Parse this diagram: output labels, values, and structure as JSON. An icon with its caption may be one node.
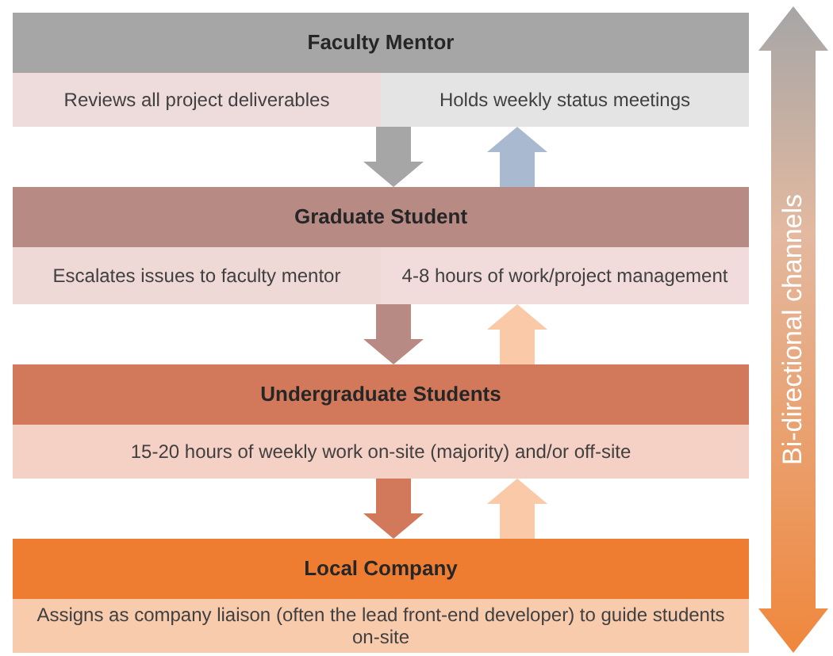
{
  "diagram": {
    "nodes": [
      {
        "text": [
          "Faculty Mentor"
        ]
      },
      {
        "text": [
          "Reviews all project deliverables"
        ]
      },
      {
        "text": [
          "Holds weekly status meetings"
        ]
      },
      {
        "text": [
          "Graduate Student"
        ]
      },
      {
        "text": [
          "Escalates issues to faculty mentor"
        ]
      },
      {
        "text": [
          "4-8 hours of work/project management"
        ]
      },
      {
        "text": [
          "Undergraduate Students"
        ]
      },
      {
        "text": [
          "15-20 hours of weekly work on-site (majority) and/or off-site"
        ]
      },
      {
        "text": [
          "Local Company"
        ]
      },
      {
        "text": [
          "Assigns as company liaison (often the lead front-end developer) to guide students on-site"
        ]
      },
      {
        "text": [
          "Bi-directional channels"
        ]
      }
    ],
    "edges": [
      {
        "from": 1,
        "to": 3,
        "arrow": "to",
        "style": "thick",
        "color": "#a6a6a6"
      },
      {
        "from": 3,
        "to": 2,
        "arrow": "to",
        "style": "thick",
        "color": "#a9b9cf"
      },
      {
        "from": 4,
        "to": 6,
        "arrow": "to",
        "style": "thick",
        "color": "#b78a84"
      },
      {
        "from": 6,
        "to": 5,
        "arrow": "to",
        "style": "thick",
        "color": "#f9c9a8"
      },
      {
        "from": 7,
        "to": 8,
        "arrow": "to",
        "style": "thick",
        "color": "#d2795b"
      },
      {
        "from": 8,
        "to": 7,
        "arrow": "to",
        "style": "thick",
        "color": "#f9c9a8"
      }
    ]
  }
}
